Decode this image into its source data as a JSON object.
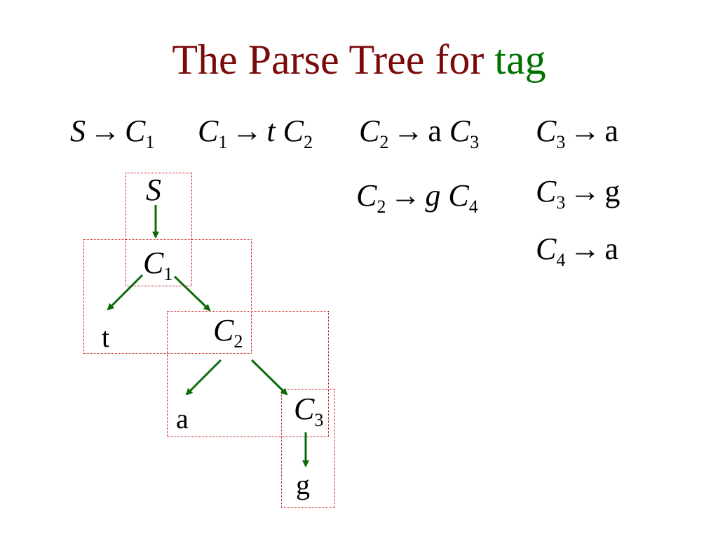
{
  "title": {
    "prefix": "The Parse Tree for ",
    "word": "tag"
  },
  "colors": {
    "title": "#7a0a0a",
    "accent_green": "#007000",
    "box_border": "#c00000",
    "edge": "#0a6a0a"
  },
  "arrow": "→",
  "rules": [
    {
      "lhs": "S",
      "lhs_sub": "",
      "rhs": [
        {
          "t": "C",
          "sub": "1",
          "italic": true
        }
      ]
    },
    {
      "lhs": "C",
      "lhs_sub": "1",
      "rhs": [
        {
          "t": "t",
          "sub": "",
          "italic": true
        },
        {
          "t": "C",
          "sub": "2",
          "italic": true
        }
      ]
    },
    {
      "lhs": "C",
      "lhs_sub": "2",
      "rhs": [
        {
          "t": "a",
          "sub": "",
          "italic": false
        },
        {
          "t": "C",
          "sub": "3",
          "italic": true
        }
      ]
    },
    {
      "lhs": "C",
      "lhs_sub": "3",
      "rhs": [
        {
          "t": "a",
          "sub": "",
          "italic": false
        }
      ]
    },
    {
      "lhs": "C",
      "lhs_sub": "2",
      "rhs": [
        {
          "t": "g",
          "sub": "",
          "italic": true
        },
        {
          "t": "C",
          "sub": "4",
          "italic": true
        }
      ]
    },
    {
      "lhs": "C",
      "lhs_sub": "3",
      "rhs": [
        {
          "t": "g",
          "sub": "",
          "italic": false
        }
      ]
    },
    {
      "lhs": "C",
      "lhs_sub": "4",
      "rhs": [
        {
          "t": "a",
          "sub": "",
          "italic": false
        }
      ]
    }
  ],
  "tree": {
    "nodes": {
      "S": {
        "label": "S",
        "sub": ""
      },
      "C1": {
        "label": "C",
        "sub": "1"
      },
      "t": {
        "label": "t",
        "sub": ""
      },
      "C2": {
        "label": "C",
        "sub": "2"
      },
      "a": {
        "label": "a",
        "sub": ""
      },
      "C3": {
        "label": "C",
        "sub": "3"
      },
      "g": {
        "label": "g",
        "sub": ""
      }
    },
    "edges": [
      {
        "from": "S",
        "to": "C1"
      },
      {
        "from": "C1",
        "to": "t"
      },
      {
        "from": "C1",
        "to": "C2"
      },
      {
        "from": "C2",
        "to": "a"
      },
      {
        "from": "C2",
        "to": "C3"
      },
      {
        "from": "C3",
        "to": "g"
      }
    ]
  }
}
